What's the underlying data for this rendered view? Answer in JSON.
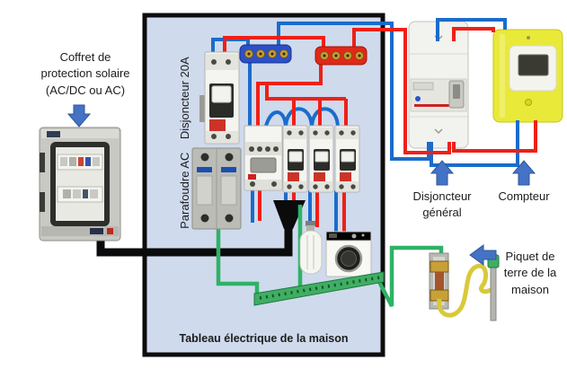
{
  "labels": {
    "solar_box": [
      "Coffret de",
      "protection solaire",
      "(AC/DC ou AC)"
    ],
    "breaker_20a": "Disjoncteur 20A",
    "surge_protector": "Parafoudre AC",
    "panel_title": "Tableau électrique de la maison",
    "main_breaker": [
      "Disjoncteur",
      "général"
    ],
    "meter": "Compteur",
    "earth_rod": [
      "Piquet de",
      "terre de la",
      "maison"
    ]
  },
  "colors": {
    "panel_bg": "#cfdaed",
    "panel_border": "#0d0d0d",
    "wire_live": "#ee2018",
    "wire_neutral": "#1b6ccb",
    "wire_earth": "#2fb266",
    "wire_earth_yellow": "#d9c93a",
    "solar_cable": "#0b0b0b",
    "arrow": "#4472c4",
    "meter_body": "#e9e93a",
    "terminal_block_neutral": "#2b50c8",
    "terminal_block_live": "#e02818"
  }
}
